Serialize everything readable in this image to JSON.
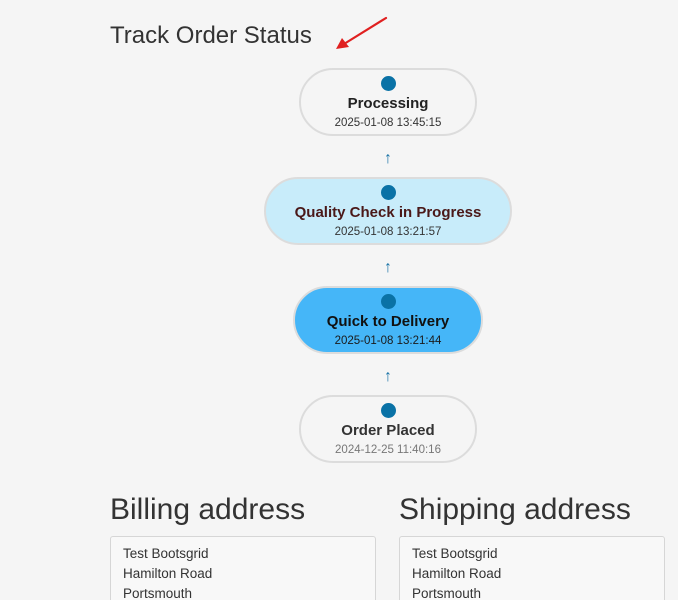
{
  "page": {
    "title": "Track Order Status"
  },
  "colors": {
    "dot": "#0a72a6",
    "arrow_up": "#1a73a6",
    "annotation_arrow": "#e02020",
    "quality_fill": "#c8ecfa",
    "quality_text": "#4a1818",
    "delivery_fill": "#45b6f8",
    "delivery_text": "#111111"
  },
  "timeline": {
    "steps": [
      {
        "label": "Processing",
        "time": "2025-01-08 13:45:15",
        "state": "default"
      },
      {
        "label": "Quality Check in Progress",
        "time": "2025-01-08 13:21:57",
        "state": "light"
      },
      {
        "label": "Quick to Delivery",
        "time": "2025-01-08 13:21:44",
        "state": "active"
      },
      {
        "label": "Order Placed",
        "time": "2024-12-25 11:40:16",
        "state": "default"
      }
    ],
    "connector_glyph": "↑"
  },
  "billing": {
    "title": "Billing address",
    "lines": [
      "Test Bootsgrid",
      "Hamilton Road",
      "Portsmouth"
    ]
  },
  "shipping": {
    "title": "Shipping address",
    "lines": [
      "Test Bootsgrid",
      "Hamilton Road",
      "Portsmouth"
    ]
  }
}
